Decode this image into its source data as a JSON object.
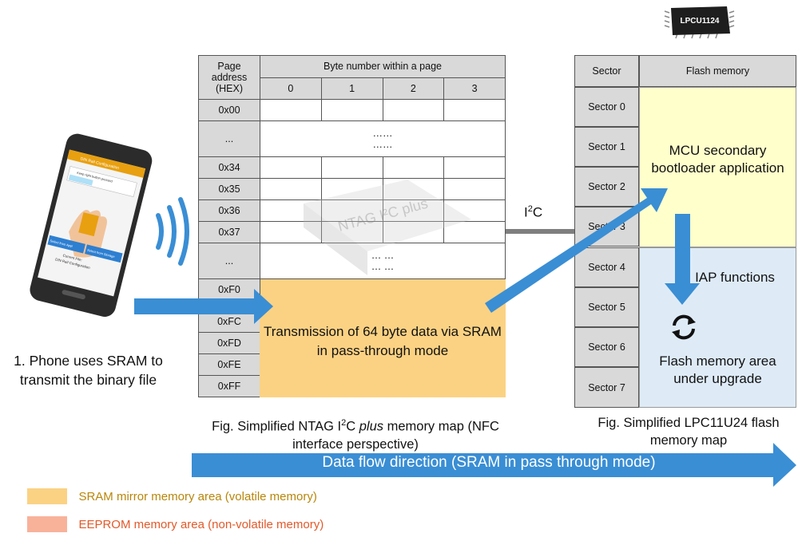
{
  "phone": {
    "screen_title": "DIN Rail Configuration",
    "hint": "Keep right button pressed",
    "button_app": "Select from App!",
    "button_storage": "Select from Storage",
    "current_file_label": "Current File:",
    "current_file_value": "DIN Rail Configuration",
    "caption": "1. Phone uses SRAM to transmit the binary file"
  },
  "ntag": {
    "header_addr": "Page address (HEX)",
    "header_bytes": "Byte number within a page",
    "byte_cols": [
      "0",
      "1",
      "2",
      "3"
    ],
    "rows": {
      "r00": "0x00",
      "rdots1": "...",
      "r34": "0x34",
      "r35": "0x35",
      "r36": "0x36",
      "r37": "0x37",
      "rdots2": "...",
      "rF0": "0xF0",
      "rFC": "0xFC",
      "rFD": "0xFD",
      "rFE": "0xFE",
      "rFF": "0xFF"
    },
    "dots_line1": "……",
    "dots_line2": "……",
    "dots2_line1": "… …",
    "dots2_line2": "… …",
    "sram_text": "Transmission of 64 byte data via SRAM in pass-through mode",
    "caption_pre": "Fig. Simplified NTAG I",
    "caption_sup": "2",
    "caption_c": "C ",
    "caption_em": "plus",
    "caption_post": " memory map (NFC interface perspective)",
    "watermark": "NTAG I²C plus"
  },
  "i2c": {
    "pre": "I",
    "sup": "2",
    "post": "C"
  },
  "flash": {
    "chip_label": "LPCU1124",
    "sector_header": "Sector",
    "memory_header": "Flash memory",
    "sectors": [
      "Sector 0",
      "Sector 1",
      "Sector 2",
      "Sector 3",
      "Sector 4",
      "Sector 5",
      "Sector 6",
      "Sector 7"
    ],
    "boot_text": "MCU secondary bootloader application",
    "iap_text": "IAP functions",
    "upgrade_text": "Flash memory area under upgrade",
    "caption": "Fig. Simplified LPC11U24 flash memory map"
  },
  "flow": {
    "label": "Data flow direction (SRAM in pass through mode)"
  },
  "legend": [
    {
      "text": "SRAM mirror memory area (volatile memory)",
      "swatch": "#fbd283",
      "color": "#b8860b"
    },
    {
      "text": "EEPROM memory area (non-volatile memory)",
      "swatch": "#f8b29a",
      "color": "#e2592a"
    }
  ],
  "colors": {
    "arrow": "#3a8ed4",
    "sram": "#fbd283",
    "boot": "#ffffcc",
    "upgrade": "#deebf7",
    "header": "#d9d9d9"
  }
}
